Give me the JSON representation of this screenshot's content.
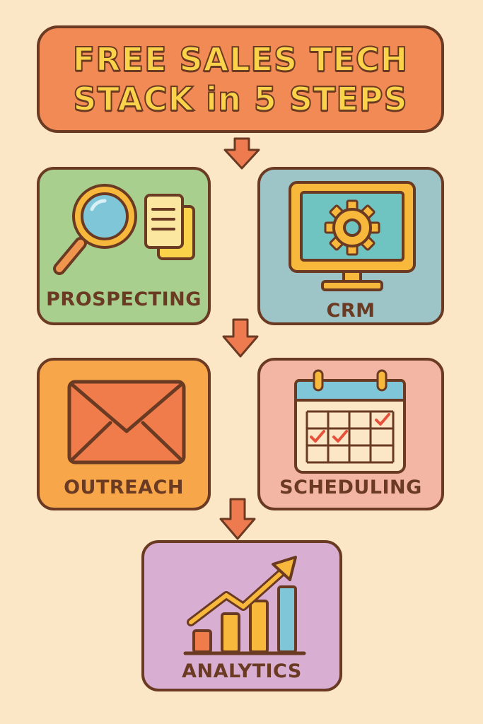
{
  "title": {
    "line1": "FREE SALES TECH",
    "line2": "STACK in 5 STEPS"
  },
  "steps": [
    {
      "label": "PROSPECTING",
      "icon": "magnifier-documents-icon",
      "color": "#a9cf8f"
    },
    {
      "label": "CRM",
      "icon": "monitor-gear-icon",
      "color": "#9dc5c8"
    },
    {
      "label": "OUTREACH",
      "icon": "envelope-icon",
      "color": "#f7a64a"
    },
    {
      "label": "SCHEDULING",
      "icon": "calendar-icon",
      "color": "#f4b6a4"
    },
    {
      "label": "ANALYTICS",
      "icon": "growth-chart-icon",
      "color": "#d8aed3"
    }
  ],
  "colors": {
    "outline": "#6b3a22",
    "arrow": "#ee7b4f",
    "title_fill": "#f28a55",
    "title_text": "#fbd34a"
  }
}
